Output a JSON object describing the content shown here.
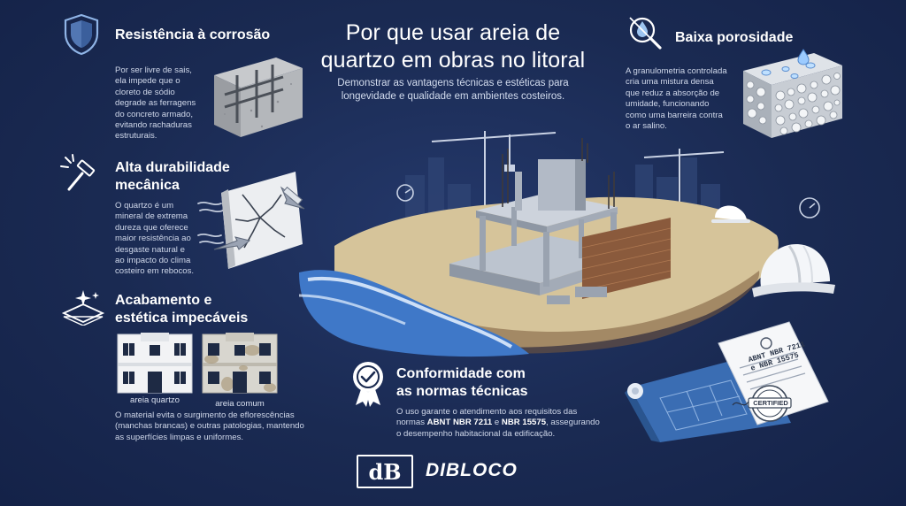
{
  "header": {
    "title_line1": "Por que usar areia de",
    "title_line2": "quartzo em obras no litoral",
    "subtitle_line1": "Demonstrar as vantagens técnicas e estéticas para",
    "subtitle_line2": "longevidade e qualidade em ambientes costeiros."
  },
  "sections": {
    "corrosion": {
      "title": "Resistência à corrosão",
      "text": [
        "Por ser livre de sais,",
        "ela impede que o",
        "cloreto de sódio",
        "degrade as ferragens",
        "do concreto armado,",
        "evitando rachaduras",
        "estruturais."
      ]
    },
    "durability": {
      "title_line1": "Alta durabilidade",
      "title_line2": "mecânica",
      "text": [
        "O quartzo é um",
        "mineral de extrema",
        "dureza que oferece",
        "maior resistência ao",
        "desgaste natural e",
        "ao impacto do clima",
        "costeiro em rebocos."
      ]
    },
    "finish": {
      "title_line1": "Acabamento e",
      "title_line2": "estética impecáveis",
      "label_quartz": "areia quartzo",
      "label_common": "areia comum",
      "text": [
        "O material evita o surgimento de eflorescências",
        "(manchas brancas) e outras patologias, mantendo",
        "as superfícies limpas e uniformes."
      ]
    },
    "porosity": {
      "title": "Baixa porosidade",
      "text": [
        "A granulometria controlada",
        "cria uma mistura densa",
        "que reduz a absorção de",
        "umidade, funcionando",
        "como uma barreira contra",
        "o ar salino."
      ]
    },
    "norms": {
      "title_line1": "Conformidade com",
      "title_line2": "as normas técnicas",
      "text_line1": "O uso garante o atendimento aos requisitos das",
      "text_pre": "normas ",
      "norm1": "ABNT NBR 7211",
      "text_mid": " e ",
      "norm2": "NBR 15575",
      "text_post": ", assegurando",
      "text_line3": "o desempenho habitacional da edificação.",
      "doc_line1": "ABNT NBR 7211",
      "doc_line2": "e NBR 15575",
      "stamp": "CERTIFIED"
    }
  },
  "brand": {
    "logo_mark": "dB",
    "name": "DIBLOCO"
  },
  "colors": {
    "background": "#1a2a4f",
    "accent": "#8fb4e6",
    "text": "#ffffff"
  }
}
